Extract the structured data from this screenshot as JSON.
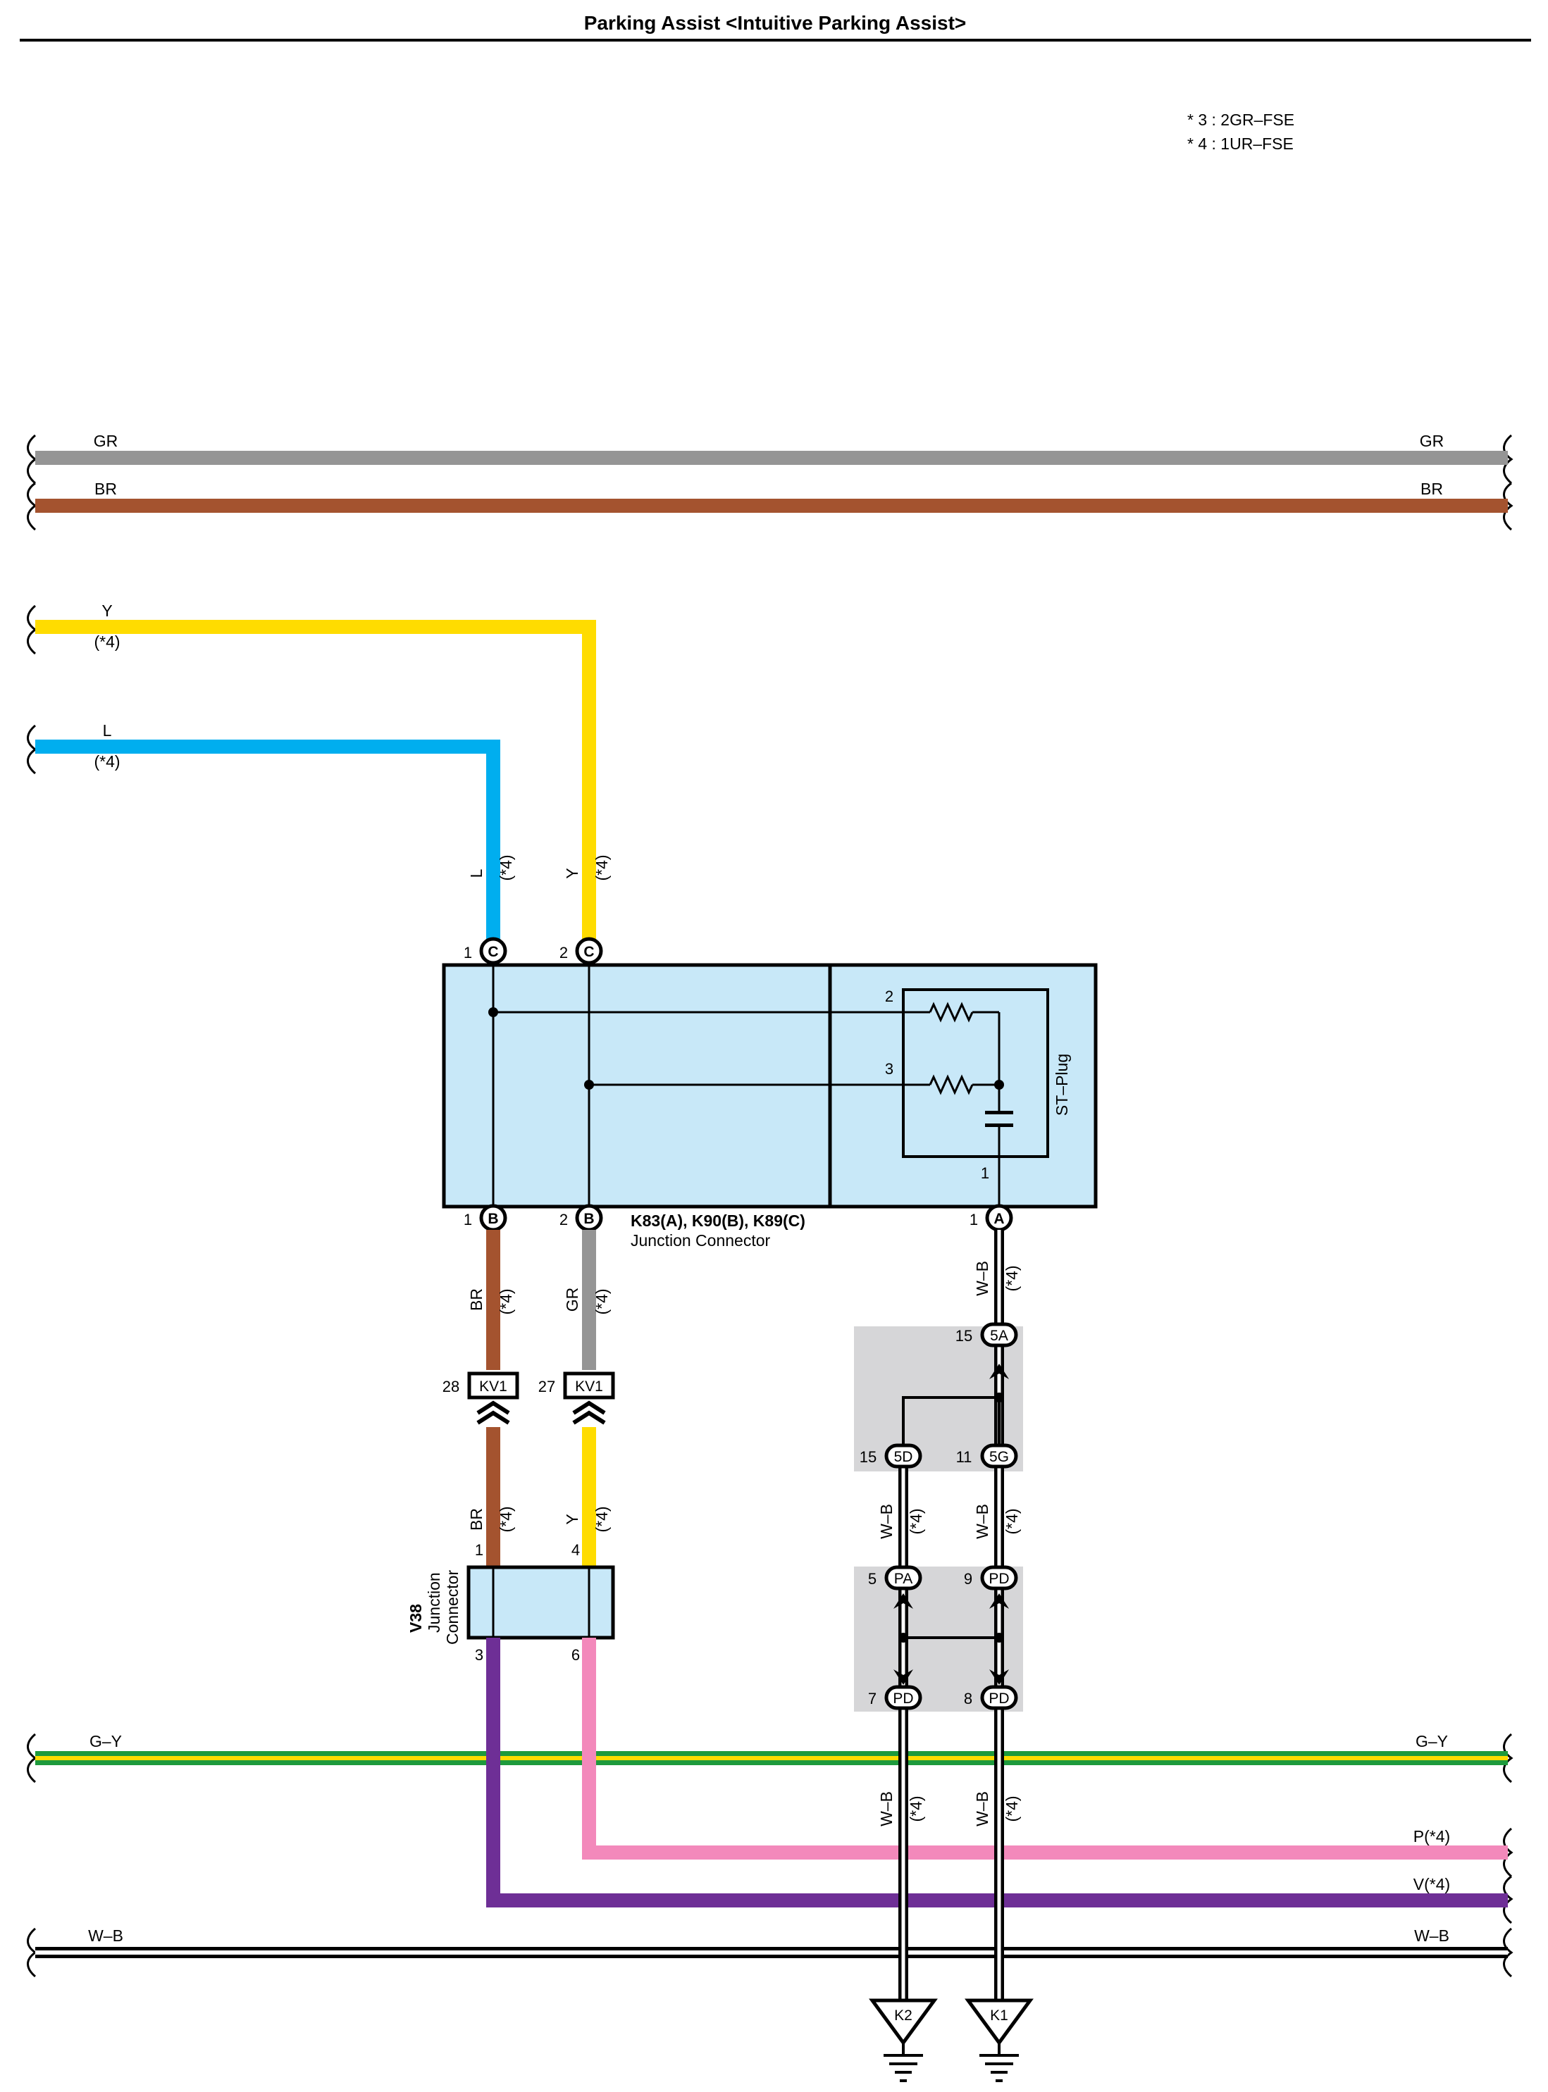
{
  "header": {
    "title": "Parking Assist <Intuitive Parking Assist>"
  },
  "notes": [
    "* 3 : 2GR–FSE",
    "* 4 : 1UR–FSE"
  ],
  "colors": {
    "gray": "#959595",
    "brown": "#a4532f",
    "yellow": "#ffdc00",
    "blue": "#00aeef",
    "green": "#1e9a3c",
    "pink": "#f389bb",
    "violet": "#6e2f96",
    "box": "#c8e8f8",
    "shade": "#d6d6d8"
  },
  "wires": {
    "gr": "GR",
    "br": "BR",
    "y": "Y",
    "l": "L",
    "gy": "G–Y",
    "wb": "W–B",
    "p": "P(*4)",
    "v": "V(*4)",
    "note4": "(*4)"
  },
  "junction": {
    "id": "K83(A), K90(B), K89(C)",
    "name": "Junction Connector",
    "stplug": "ST–Plug",
    "pins": {
      "c1": "1",
      "c2": "2",
      "b1": "1",
      "b2": "2",
      "a1": "1",
      "r2": "2",
      "r3": "3",
      "r1": "1"
    },
    "conn": {
      "c": "C",
      "b": "B",
      "a": "A"
    }
  },
  "kv1": {
    "label": "KV1",
    "pin28": "28",
    "pin27": "27"
  },
  "v38": {
    "id": "V38",
    "name1": "Junction",
    "name2": "Connector",
    "pin1": "1",
    "pin4": "4",
    "pin3": "3",
    "pin6": "6"
  },
  "splices": {
    "s5a": {
      "label": "5A",
      "pin": "15"
    },
    "s5d": {
      "label": "5D",
      "pin": "15"
    },
    "s5g": {
      "label": "5G",
      "pin": "11"
    },
    "spa": {
      "label": "PA",
      "pin": "5"
    },
    "spd9": {
      "label": "PD",
      "pin": "9"
    },
    "spd7": {
      "label": "PD",
      "pin": "7"
    },
    "spd8": {
      "label": "PD",
      "pin": "8"
    }
  },
  "grounds": {
    "k2": "K2",
    "k1": "K1"
  }
}
